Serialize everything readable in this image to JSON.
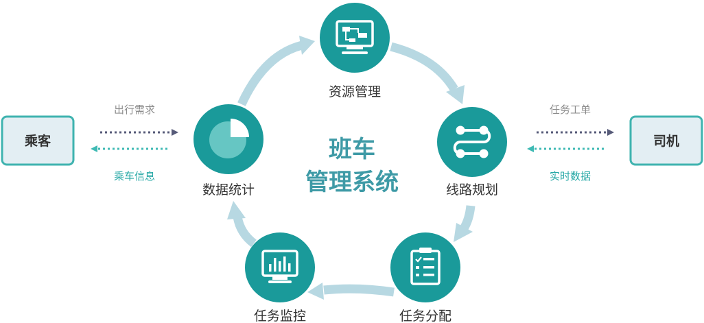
{
  "center_title": {
    "line1": "班车",
    "line2": "管理系统"
  },
  "cycle": [
    {
      "label": "资源管理",
      "icon": "monitor-flowchart-icon"
    },
    {
      "label": "线路规划",
      "icon": "route-share-icon"
    },
    {
      "label": "任务分配",
      "icon": "clipboard-checklist-icon"
    },
    {
      "label": "任务监控",
      "icon": "monitor-bar-chart-icon"
    },
    {
      "label": "数据统计",
      "icon": "pie-chart-icon"
    }
  ],
  "passenger": {
    "label": "乘客",
    "request_label": "出行需求",
    "info_label": "乘车信息"
  },
  "driver": {
    "label": "司机",
    "order_label": "任务工单",
    "data_label": "实时数据"
  },
  "colors": {
    "node": "#1a9a9a",
    "ring_arrow": "#b7d8e2",
    "actor_fill": "#e3eef3",
    "actor_border": "#3fb3af",
    "arrow_dark": "#565a78",
    "arrow_teal": "#3fbab4",
    "title": "#3e9aa6"
  }
}
